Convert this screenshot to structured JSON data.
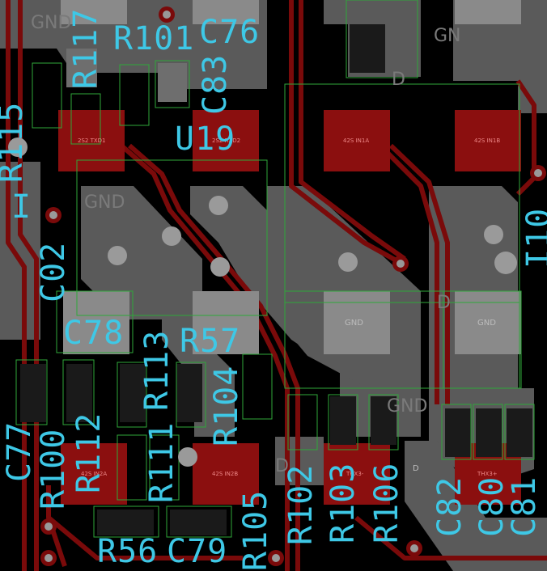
{
  "colors": {
    "background": "#000000",
    "copper_pour": "#5a5a5a",
    "pad": "#8b0f0f",
    "pad_gray": "#8a8a8a",
    "trace": "#7a0a0a",
    "outline": "#2fa83a",
    "silkscreen": "#3ec8e6",
    "via": "#9a9a9a"
  },
  "designators": [
    "R117",
    "R101",
    "C76",
    "C83",
    "R115",
    "U19",
    "I",
    "C02",
    "C78",
    "R113",
    "R57",
    "R104",
    "C77",
    "R100",
    "R112",
    "R111",
    "R105",
    "R102",
    "R103",
    "R106",
    "C82",
    "C80",
    "C81",
    "R56",
    "C79",
    "I10"
  ],
  "net_labels": {
    "gnd_top": "GND",
    "gnd_upper_right": "GN",
    "gnd_left": "GND",
    "d_top": "D",
    "d_mid": "D",
    "d_lower": "D",
    "d_right": "D",
    "gnd_pad_center": "GND",
    "gnd_pad_right": "GND",
    "gnd_lower_right": "GND"
  },
  "pad_labels": {
    "u19_p1": "2S2 TXD1",
    "u19_p2": "2S2 RXD2",
    "p_42_in1a": "42S IN1A",
    "p_42_in1b": "42S IN1B",
    "p_42_in2a": "42S IN2A",
    "p_42_in2b": "42S IN2B",
    "p_thx_lo": "THX3-",
    "p_thx_hi": "THX3+"
  }
}
